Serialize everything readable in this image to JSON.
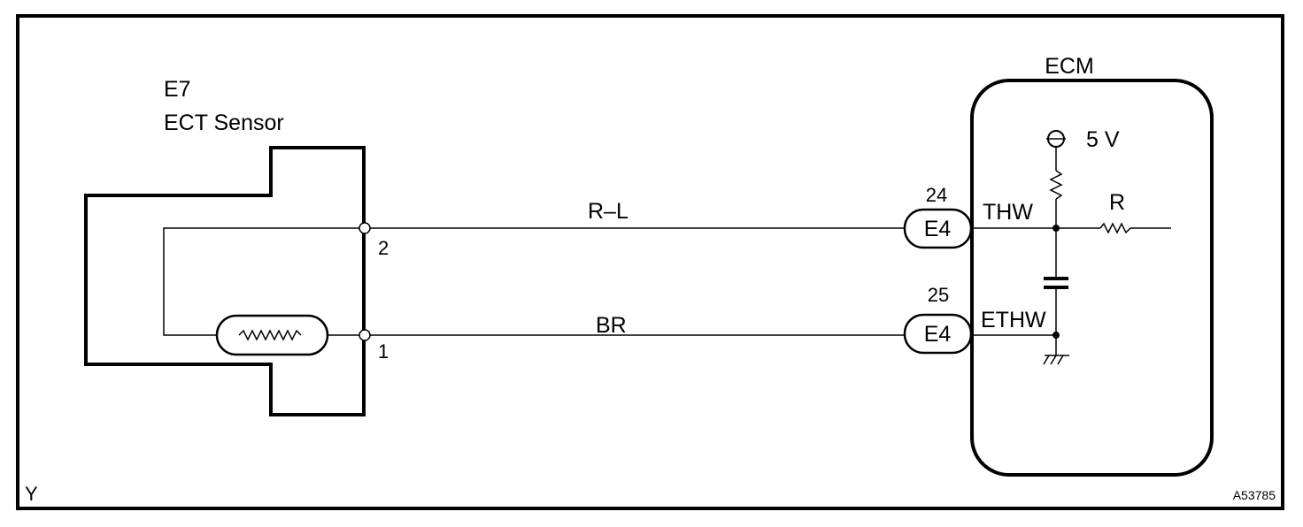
{
  "sensor": {
    "code": "E7",
    "name": "ECT Sensor",
    "pins": {
      "pin2": "2",
      "pin1": "1"
    }
  },
  "wires": {
    "top": {
      "color_code": "R–L"
    },
    "bottom": {
      "color_code": "BR"
    }
  },
  "connectors": {
    "top": {
      "label": "E4",
      "pin": "24"
    },
    "bottom": {
      "label": "E4",
      "pin": "25"
    }
  },
  "ecm": {
    "title": "ECM",
    "voltage": "5 V",
    "thw": "THW",
    "ethw": "ETHW",
    "resistor": "R"
  },
  "corner_code": "Y",
  "figure_id": "A53785"
}
